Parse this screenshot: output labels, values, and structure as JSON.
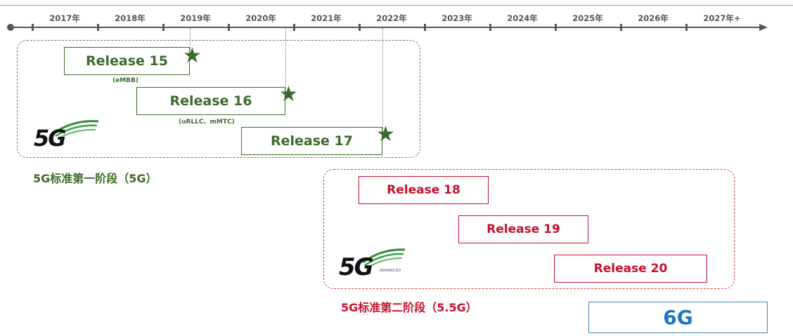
{
  "timeline": {
    "years": [
      "2017年",
      "2018年",
      "2019年",
      "2020年",
      "2021年",
      "2022年",
      "2023年",
      "2024年",
      "2025年",
      "2026年",
      "2027年+"
    ]
  },
  "phase1": {
    "label": "5G标准第一阶段（5G）",
    "logo": {
      "text": "5G",
      "icon": "5g-logo-icon"
    },
    "releases": [
      {
        "name": "Release 15",
        "note": "(eMBB)",
        "milestone": "star-icon"
      },
      {
        "name": "Release 16",
        "note": "(uRLLC、mMTC)",
        "milestone": "star-icon"
      },
      {
        "name": "Release 17",
        "note": "",
        "milestone": "star-icon"
      }
    ]
  },
  "phase2": {
    "label": "5G标准第二阶段（5.5G）",
    "logo": {
      "text": "5G",
      "subtext": "ADVANCED",
      "icon": "5g-advanced-logo-icon"
    },
    "releases": [
      {
        "name": "Release 18"
      },
      {
        "name": "Release 19"
      },
      {
        "name": "Release 20"
      }
    ]
  },
  "future": {
    "label": "6G"
  },
  "colors": {
    "phase1": "#3d6b2a",
    "phase2": "#c8102e",
    "future": "#1f76c0",
    "axis": "#555555"
  }
}
